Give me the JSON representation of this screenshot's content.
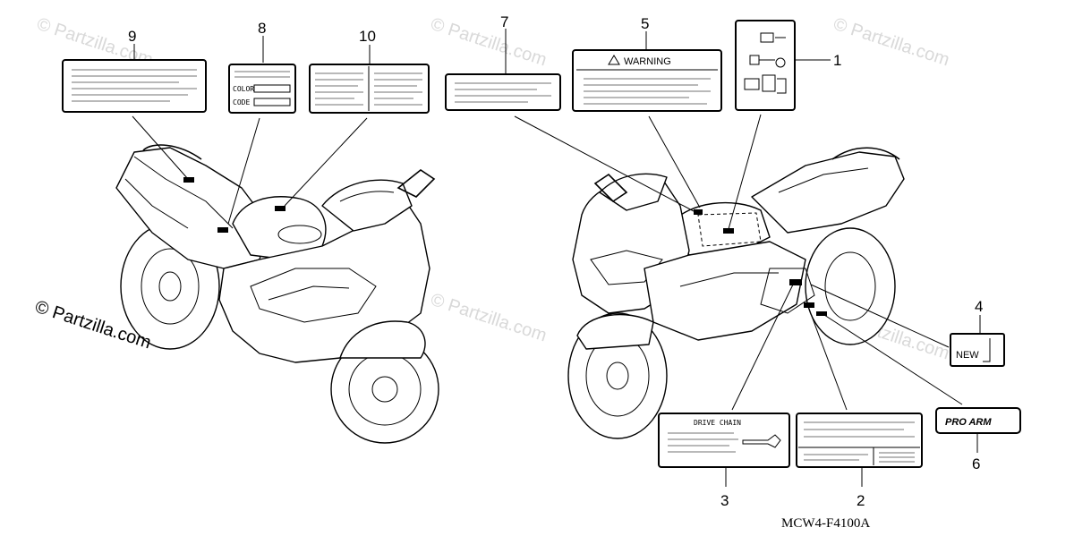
{
  "callouts": {
    "n1": "1",
    "n2": "2",
    "n3": "3",
    "n4": "4",
    "n5": "5",
    "n6": "6",
    "n7": "7",
    "n8": "8",
    "n9": "9",
    "n10": "10"
  },
  "labels": {
    "warning_text": "WARNING",
    "color_text": "COLOR",
    "code_text": "CODE",
    "drive_chain_text": "DRIVE CHAIN",
    "new_text": "NEW",
    "pro_arm_text": "PRO ARM"
  },
  "diagram_code": "MCW4-F4100A",
  "watermark": {
    "main": "© Partzilla.com",
    "faint": "© Partzilla.com"
  },
  "icons": [
    "warning-triangle-icon",
    "motorcycle-illustration"
  ]
}
